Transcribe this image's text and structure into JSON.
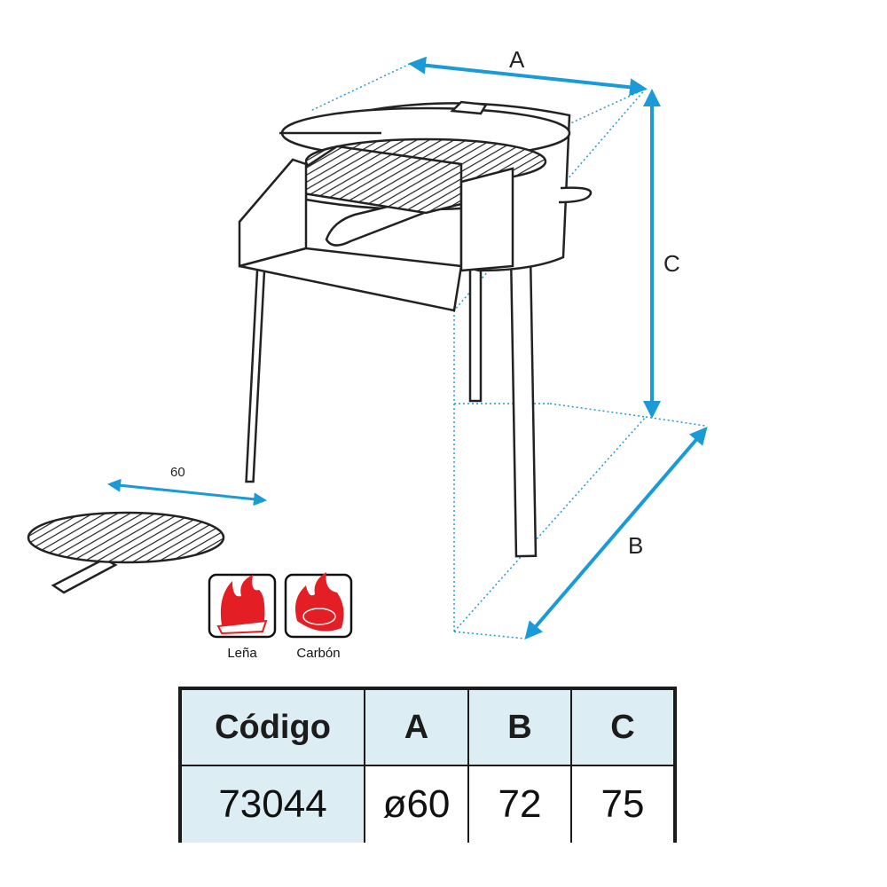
{
  "dimensions": {
    "a_label": "A",
    "b_label": "B",
    "c_label": "C",
    "grill_width": "60"
  },
  "fuel_icons": [
    {
      "label": "Leña",
      "icon": "firewood-flame-icon"
    },
    {
      "label": "Carbón",
      "icon": "charcoal-flame-icon"
    }
  ],
  "colors": {
    "arrow": "#1a9ad6",
    "flame": "#e31e24",
    "table_header": "#dcedf3"
  },
  "table": {
    "headers": [
      "Código",
      "A",
      "B",
      "C"
    ],
    "rows": [
      [
        "73044",
        "ø60",
        "72",
        "75"
      ]
    ]
  }
}
